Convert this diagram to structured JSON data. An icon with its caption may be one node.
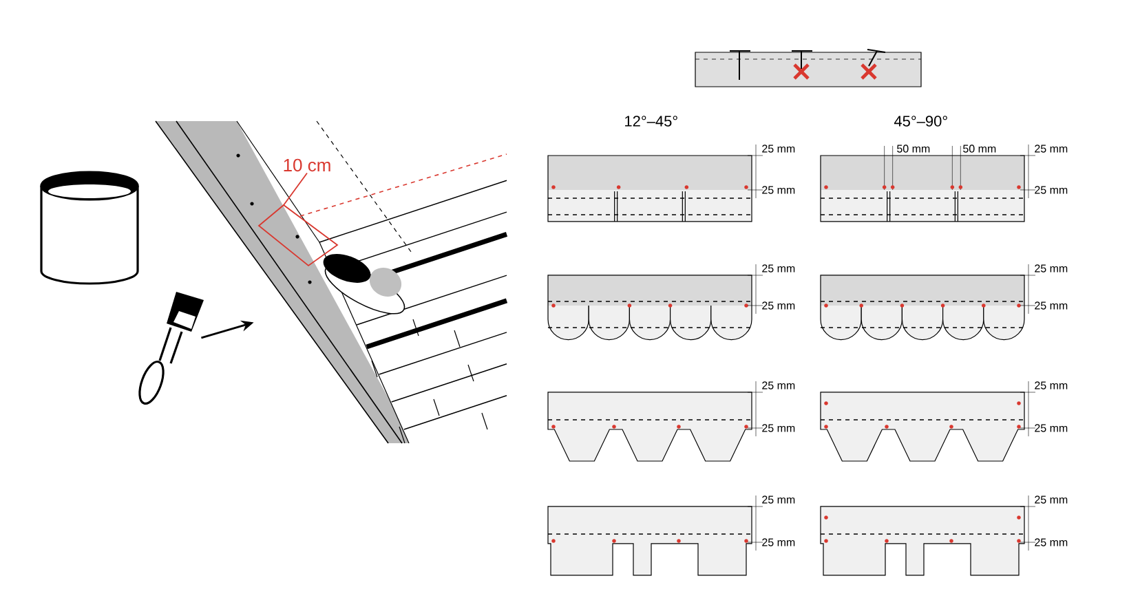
{
  "diagram": {
    "nodes": [
      {
        "text": [],
        "shape": "picture"
      },
      {
        "text": [],
        "shape": "picture"
      },
      {
        "text": [
          "10 cm"
        ]
      }
    ],
    "edges": [
      {
        "from": 0,
        "to": 1,
        "arrow": "to"
      },
      {
        "from": 2,
        "to": 1,
        "arrow": "none",
        "color": "#d9382f"
      }
    ],
    "labels": [
      "12°–45°",
      "45°–90°",
      "25 mm",
      "25 mm",
      "50 mm",
      "50 mm",
      "25 mm",
      "25 mm",
      "25 mm",
      "25 mm",
      "25 mm",
      "25 mm",
      "25 mm",
      "25 mm",
      "25 mm",
      "25 mm",
      "25 mm",
      "25 mm",
      "25 mm",
      "25 mm"
    ]
  }
}
